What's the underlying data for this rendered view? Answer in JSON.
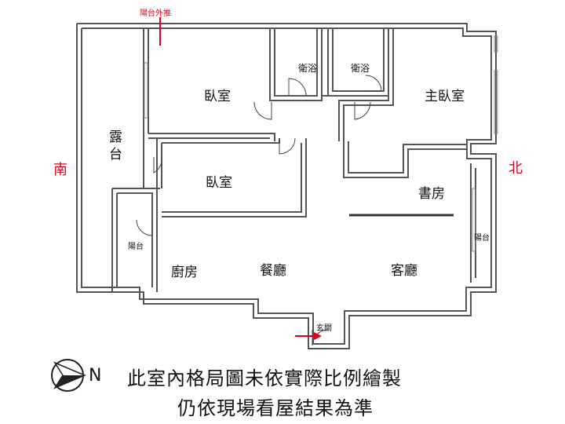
{
  "header": {
    "balcony_extension_note": "陽台外推"
  },
  "directions": {
    "south": "南",
    "north": "北"
  },
  "rooms": {
    "bedroom_upper": "臥室",
    "bedroom_middle": "臥室",
    "bathroom_left": "衛浴",
    "bathroom_right": "衛浴",
    "master_bedroom": "主臥室",
    "terrace": "露台",
    "study": "書房",
    "balcony_left": "陽台",
    "balcony_right": "陽台",
    "kitchen": "廚房",
    "dining": "餐廳",
    "living": "客廳",
    "entrance": "玄關"
  },
  "compass": {
    "label": "N"
  },
  "disclaimer": {
    "line1": "此室內格局圖未依實際比例繪製",
    "line2": "仍依現場看屋結果為準"
  },
  "colors": {
    "wall": "#555555",
    "accent_red": "#e1001c"
  }
}
